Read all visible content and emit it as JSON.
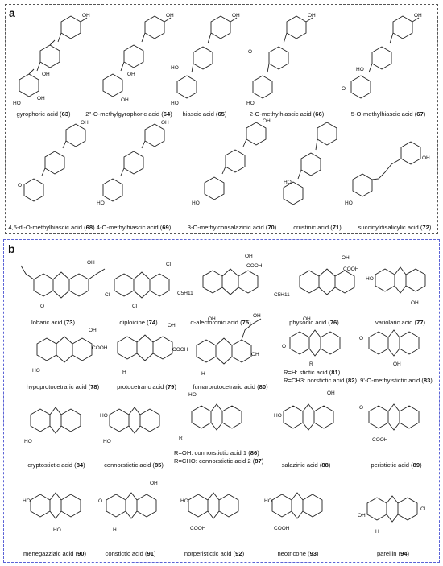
{
  "panels": [
    {
      "letter": "a",
      "compounds": [
        {
          "name": "gyrophoric acid",
          "num": "63"
        },
        {
          "name": "2''-O-methylgyrophoric acid",
          "num": "64"
        },
        {
          "name": "hiascic acid",
          "num": "65"
        },
        {
          "name": "2-O-methylhiascic acid",
          "num": "66"
        },
        {
          "name": "5-O-methylhiascic acid",
          "num": "67"
        },
        {
          "name": "4,5-di-O-methylhiascic acid",
          "num": "68"
        },
        {
          "name": "4-O-methylhiascic acid",
          "num": "69"
        },
        {
          "name": "3-O-methylconsalazinic acid",
          "num": "70"
        },
        {
          "name": "crustinic acid",
          "num": "71"
        },
        {
          "name": "succinyldisalicylic acid",
          "num": "72"
        }
      ]
    },
    {
      "letter": "b",
      "compounds": [
        {
          "name": "lobaric acid",
          "num": "73"
        },
        {
          "name": "diploicine",
          "num": "74"
        },
        {
          "name": "α-alectoronic acid",
          "num": "75"
        },
        {
          "name": "physodic acid",
          "num": "76"
        },
        {
          "name": "variolaric acid",
          "num": "77"
        },
        {
          "name": "hypoprotocetraric acid",
          "num": "78"
        },
        {
          "name": "protocetraric acid",
          "num": "79"
        },
        {
          "name": "fumarprotocetraric acid",
          "num": "80"
        },
        {
          "name": "R=H: stictic acid",
          "num": "81"
        },
        {
          "name": "R=CH3: norstictic acid",
          "num": "82"
        },
        {
          "name": "9'-O-methylstictic acid",
          "num": "83"
        },
        {
          "name": "cryptostictic acid",
          "num": "84"
        },
        {
          "name": "connorstictic acid",
          "num": "85"
        },
        {
          "name": "R=OH: connorstictic acid 1",
          "num": "86"
        },
        {
          "name": "R=CHO: connorstictic acid 2",
          "num": "87"
        },
        {
          "name": "salazinic acid",
          "num": "88"
        },
        {
          "name": "peristictic acid",
          "num": "89"
        },
        {
          "name": "menegazziaic acid",
          "num": "90"
        },
        {
          "name": "constictic acid",
          "num": "91"
        },
        {
          "name": "norperistictic acid",
          "num": "92"
        },
        {
          "name": "neotricone",
          "num": "93"
        },
        {
          "name": "parellin",
          "num": "94"
        }
      ]
    }
  ],
  "atoms": {
    "oh": "OH",
    "ho": "HO",
    "o": "O",
    "cl": "Cl",
    "c5h11": "C5H11",
    "cooh": "COOH",
    "r": "R",
    "h": "H"
  }
}
